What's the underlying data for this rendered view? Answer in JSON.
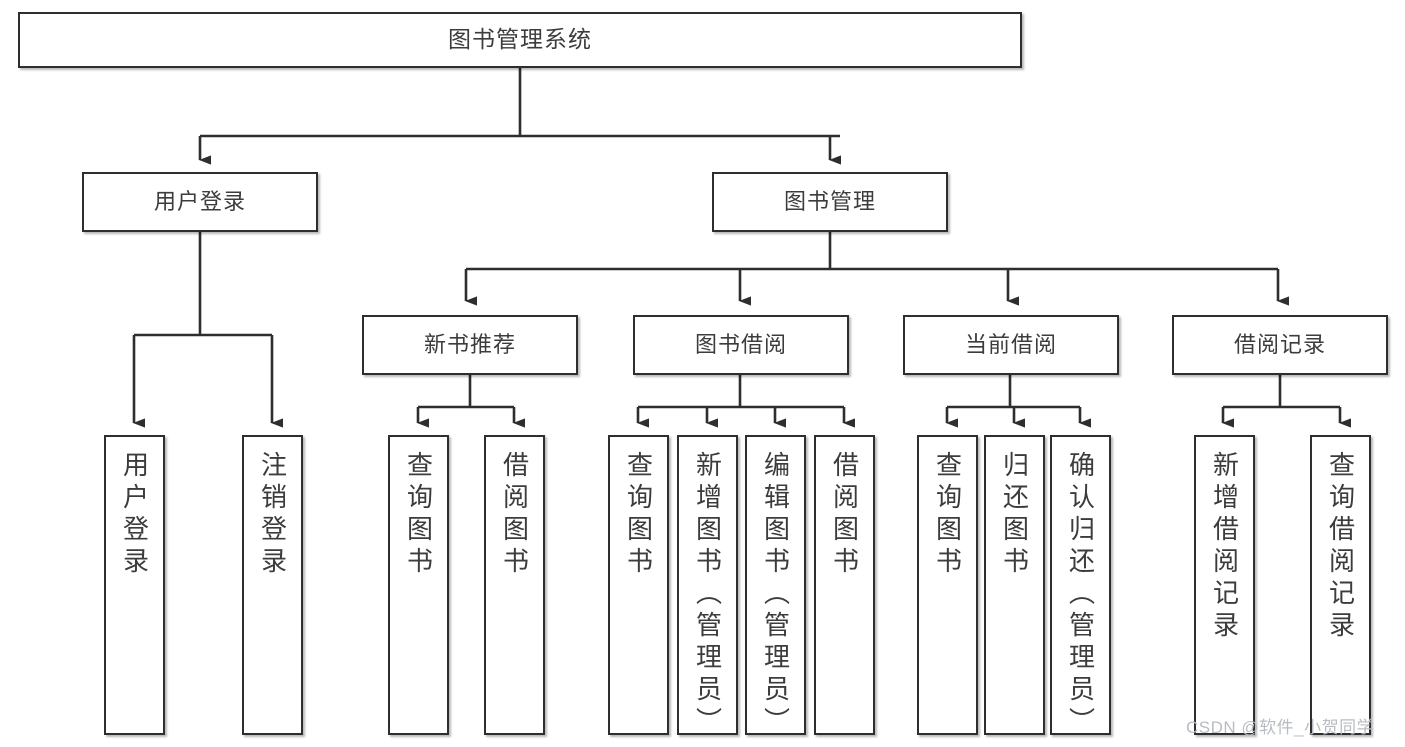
{
  "diagram": {
    "title_label": "图书管理系统",
    "watermark": "CSDN @软件_小贺同学",
    "colors": {
      "border": "#2e2e2e",
      "text": "#3c3c3c",
      "line": "#2e2e2e",
      "background": "#ffffff",
      "watermark": "#b9bcc2"
    },
    "level2": [
      {
        "label": "用户登录"
      },
      {
        "label": "图书管理"
      }
    ],
    "level3": [
      {
        "label": "新书推荐"
      },
      {
        "label": "图书借阅"
      },
      {
        "label": "当前借阅"
      },
      {
        "label": "借阅记录"
      }
    ],
    "leaves": {
      "user_login": [
        {
          "label": "用户登录"
        },
        {
          "label": "注销登录"
        }
      ],
      "new_book": [
        {
          "label": "查询图书"
        },
        {
          "label": "借阅图书"
        }
      ],
      "book_borrow": [
        {
          "label": "查询图书"
        },
        {
          "label": "新增图书（管理员）"
        },
        {
          "label": "编辑图书（管理员）"
        },
        {
          "label": "借阅图书"
        }
      ],
      "current_borrow": [
        {
          "label": "查询图书"
        },
        {
          "label": "归还图书"
        },
        {
          "label": "确认归还（管理员）"
        }
      ],
      "borrow_record": [
        {
          "label": "新增借阅记录"
        },
        {
          "label": "查询借阅记录"
        }
      ]
    }
  }
}
